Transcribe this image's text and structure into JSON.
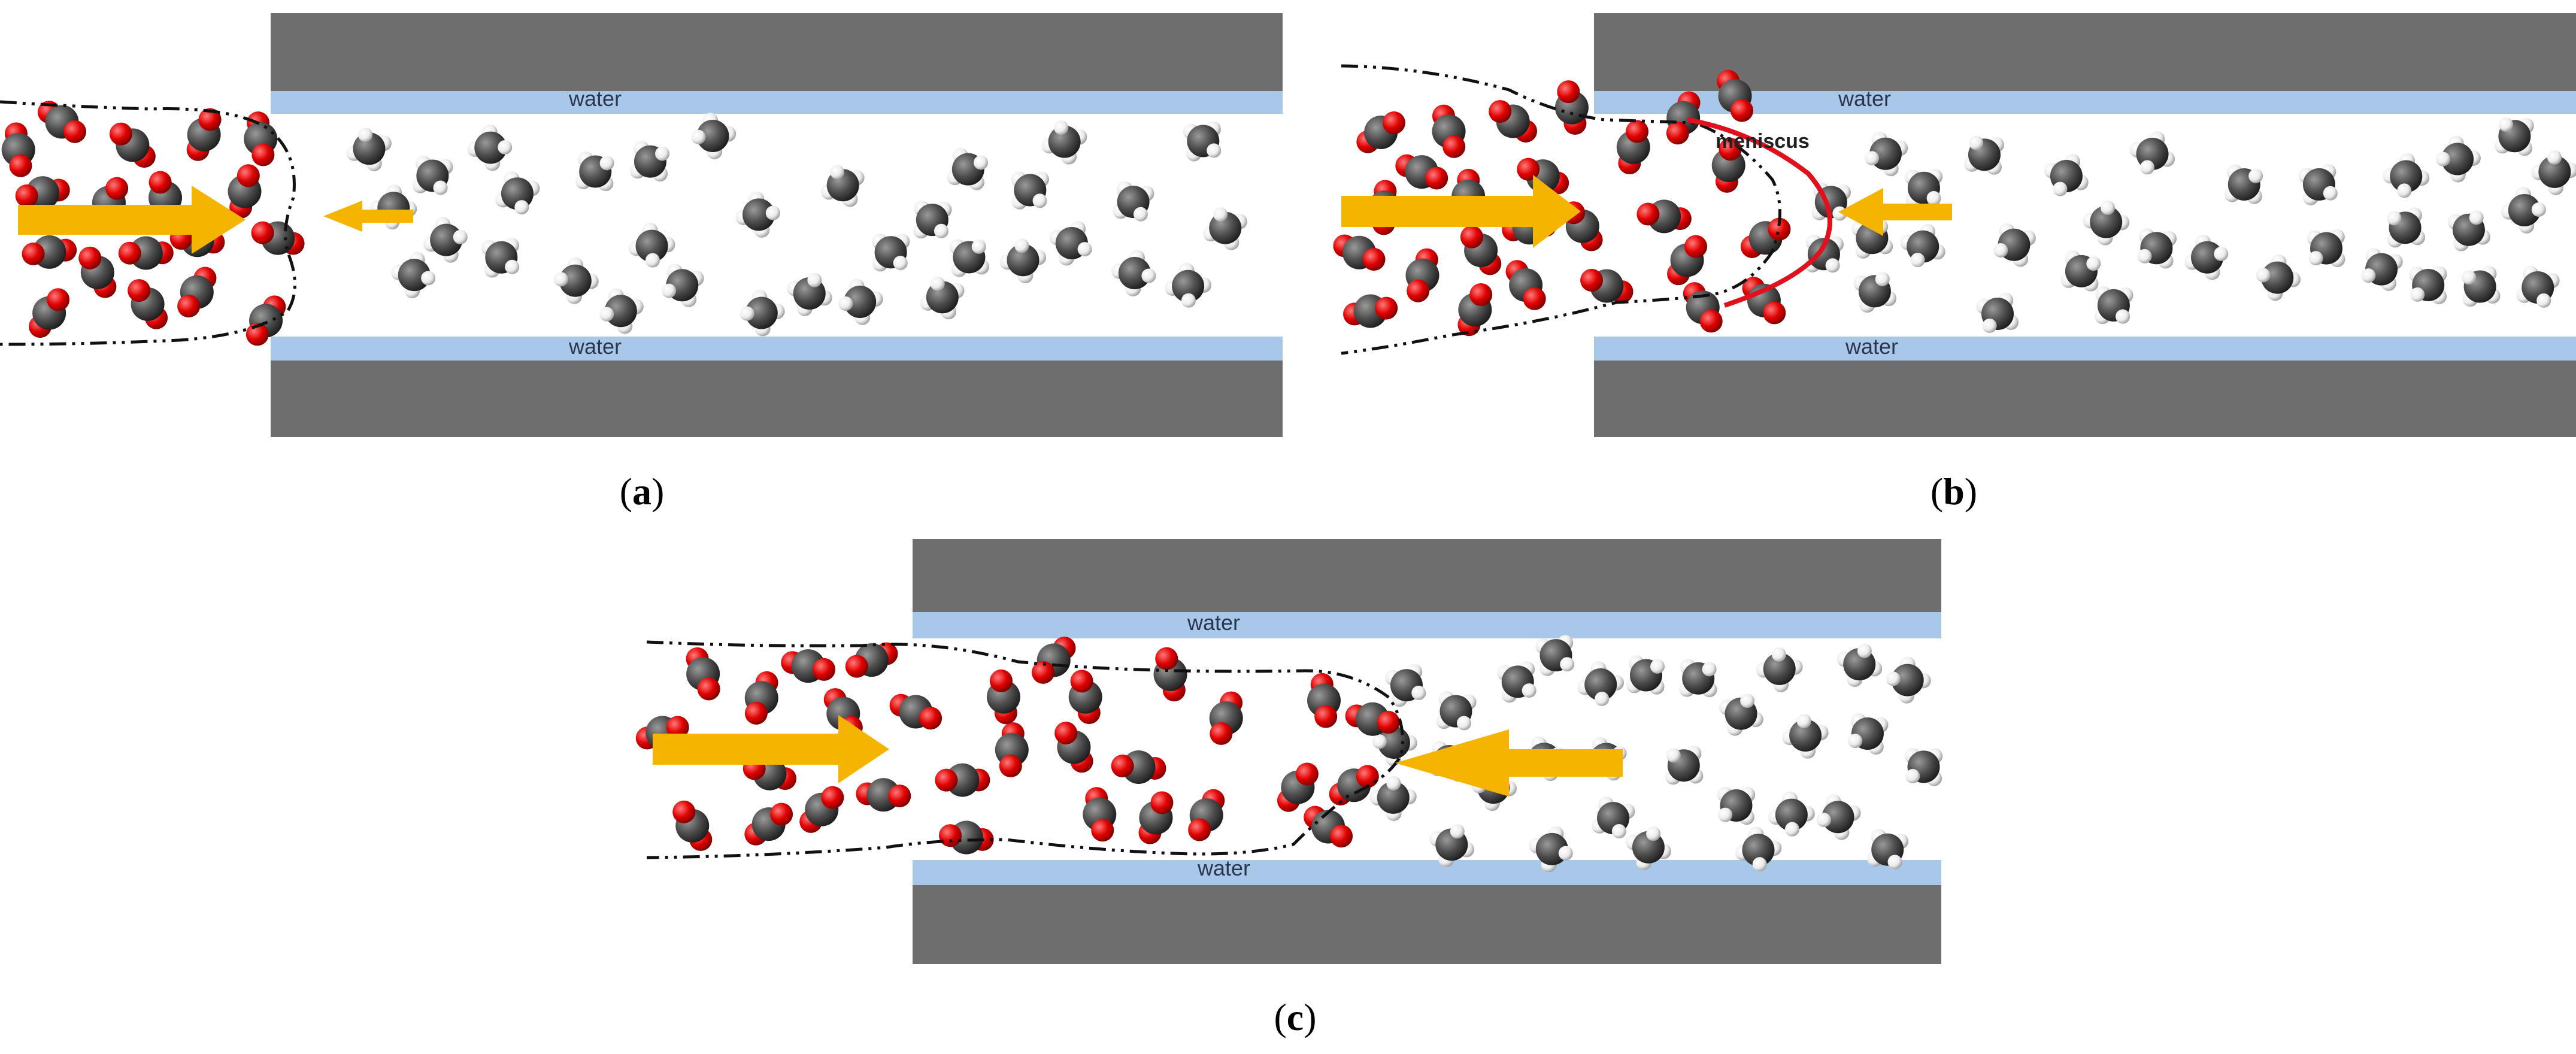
{
  "panels": [
    {
      "id": "a",
      "caption_letter": "a",
      "water_top": "water",
      "water_bottom": "water"
    },
    {
      "id": "b",
      "caption_letter": "b",
      "water_top": "water",
      "water_bottom": "water",
      "meniscus_label": "meniscus"
    },
    {
      "id": "c",
      "caption_letter": "c",
      "water_top": "water",
      "water_bottom": "water"
    }
  ],
  "colors": {
    "wall": "#6e6e6e",
    "water_film": "#a9c7e8",
    "arrow": "#f5b400",
    "co2_carbon": "#4d4d4d",
    "co2_oxygen": "#e00000",
    "ch4_carbon": "#4a4a4a",
    "ch4_hydrogen": "#f2f2f2",
    "meniscus": "#e0101c",
    "boundary": "#111111"
  },
  "legend_semantics": {
    "co2_molecule": "co2-molecule-icon",
    "ch4_molecule": "ch4-molecule-icon"
  }
}
